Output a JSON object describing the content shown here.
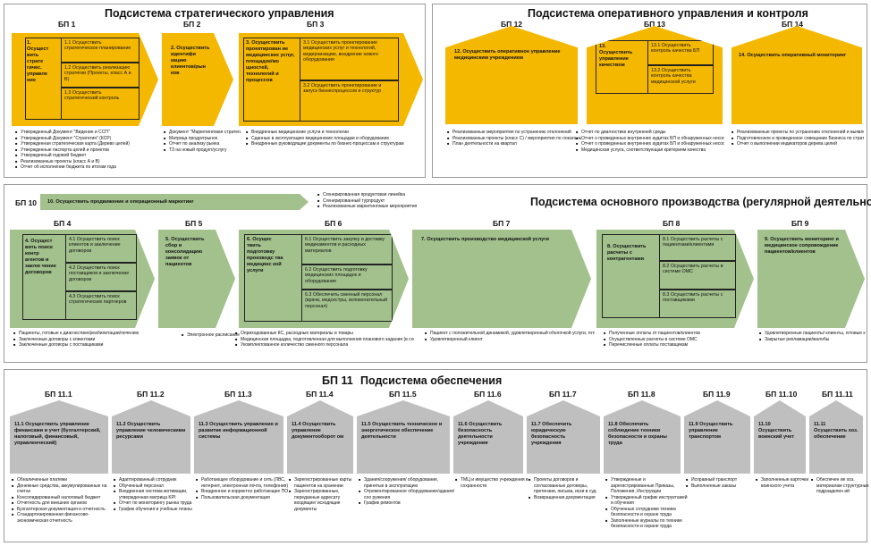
{
  "strategic": {
    "title": "Подсистема стратегического управления",
    "bp1": {
      "code": "БП 1",
      "main": "1. Осущест вить страте гичес. управле ние",
      "subs": [
        "1.1 Осуществить стратегическое планирование",
        "1.2 Осуществить реализацию стратегии (Проекты, класс А и В)",
        "1.3 Осуществить стратегический контроль"
      ],
      "out": [
        "Утвержденный Документ \"Видение и ССП\"",
        "Утвержденный Документ \"Стратегия\" (КСР)",
        "Утвержденная стратегическая карта (Дерево целей)",
        "Утвержденные паспорта целей и проектов",
        "Утвержденный годовой бюджет",
        "Реализованные проекты (класс А и В)",
        "Отчет об исполнении бюджета по итогам года"
      ]
    },
    "bp2": {
      "code": "БП 2",
      "main": "2. Осуществить идентифи кацию клиентов/рын ков",
      "out": [
        "Документ \"Маркетинговая стратегия\"",
        "Матрица продуктрынок",
        "Отчет по анализу рынка",
        "ТЗ на новый продукт/услугу"
      ]
    },
    "bp3": {
      "code": "БП 3",
      "main": "3. Осуществить проектирован ие медицинских услуг, площадок/мо щностей, технологий и процессов",
      "subs": [
        "3.1 Осуществить проектирование медицинских услуг и технологий, модернизацию, внедрение нового оборудования",
        "3.2 Осуществить проектирование и запуск бизнеспроцессов и структур"
      ],
      "out": [
        "Внедренные медицинские услуги и технологии",
        "Сданные в эксплуатацию медицинские площадки и оборудование",
        "Внедренные руководящие документы по бизнес-процессам и структурам"
      ]
    }
  },
  "operational": {
    "title": "Подсистема оперативного управления и контроля",
    "bp12": {
      "code": "БП 12",
      "main": "12. Осуществить оперативное управление медицинским учреждением",
      "out": [
        "Реализованные мероприятия по устранению отклонений",
        "Реализованные проекты (класс С) / мероприятия по локальным усовершенствованиям",
        "План деятельности на квартал"
      ]
    },
    "bp13": {
      "code": "БП 13",
      "main": "13. Осуществить управление качеством",
      "subs": [
        "13.1 Осуществить контроль качества БП",
        "13.2 Осуществить контроль качества медицинской услуги"
      ],
      "out": [
        "Отчет по диагностике внутренней среды",
        "Отчет о проведенных внутренних аудитах БП и обнаруженных несоответствиях в рамках корректирующих действий",
        "Отчет о проведенных внутренних аудитах БП и обнаруженных несоответствиях в рамках предупреждающих действий",
        "Медицинская услуга, соответствующая критериям качества"
      ]
    },
    "bp14": {
      "code": "БП 14",
      "main": "14. Осуществить оперативный мониторинг",
      "out": [
        "Реализованные проекты по устранению отклонений и выявлению резервов",
        "Подготовленное и проведенное совещание Бизнеса по стратегии и развитию",
        "Отчет о выполнении индикаторов дерева целей"
      ]
    }
  },
  "main": {
    "title": "Подсистема основного производства (регулярной деятельности)",
    "bp10": {
      "code": "БП 10",
      "main": "10. Осуществить продвижение и операционный маркетинг",
      "out": [
        "Сгенерированная продуктовая линейка",
        "Сгенерированный турпродукт",
        "Реализованные маркетинговые мероприятия"
      ]
    },
    "bp4": {
      "code": "БП 4",
      "main": "4. Осущест вить поиск контр агентов и заклю чение договоров",
      "subs": [
        "4.1 Осуществить поиск клиентов и заключение договоров",
        "4.2 Осуществить поиск поставщиков и заключение договоров",
        "4.3 Осуществить поиск стратегических партнеров"
      ],
      "out": [
        "Пациенты, готовые к диагностике/реабилитации/лечению",
        "Заключенные договоры с клиентами",
        "Заключенные договоры с поставщиками"
      ]
    },
    "bp5": {
      "code": "БП 5",
      "main": "5. Осуществить сбор и консолидацию заявок от пациентов",
      "out": [
        "Электронное расписание"
      ]
    },
    "bp6": {
      "code": "БП 6",
      "main": "6. Осущес твить подготовку производс тва медицинс кой услуги",
      "subs": [
        "6.1 Осуществить закупку и доставку медикаментов и расходных материалов",
        "6.2 Осуществить подготовку медицинских площадок и оборудования",
        "6.3 Обеспечить сменный персонал (врачи, медсестры, вспомогательный персонал)"
      ],
      "out": [
        "Оприходованные КС, расходные материалы и товары",
        "Медицинская площадка, подготовленная для выполнения планового задания (в соответствии с электронным расписанием)",
        "Укомплектованное количество сменного персонала"
      ]
    },
    "bp7": {
      "code": "БП 7",
      "main": "7. Осуществить производство медицинской услуги",
      "out": [
        "Пациент с положительной динамикой, удовлетворенный оболочкой услуги, готовый повторно обратиться и рекомендовать наше учреждение",
        "Удовлетворенный клиент"
      ]
    },
    "bp8": {
      "code": "БП 8",
      "main": "8. Осуществить расчеты с контрагентами",
      "subs": [
        "8.1 Осуществить расчеты с пациентами/клиентами",
        "8.2 Осуществить расчеты в системе ОМС",
        "8.3 Осуществить расчеты с поставщиками"
      ],
      "out": [
        "Полученные оплаты от пациентов/клиентов",
        "Осуществленные расчеты в системе ОМС",
        "Перечисленные оплаты поставщикам"
      ]
    },
    "bp9": {
      "code": "БП 9",
      "main": "9. Осуществить мониторинг и медицинское сопровождение пациентов/клиентов",
      "out": [
        "Удовлетворенные пациенты/ клиенты, готовые к повторному обращению",
        "Закрытые рекламации/жалобы"
      ]
    }
  },
  "support": {
    "code": "БП 11",
    "title": "Подсистема обеспечения",
    "items": [
      {
        "code": "БП 11.1",
        "main": "11.1 Осуществить управление финансами и учет (бухгалтерский, налоговый, финансовый, управленческий)",
        "out": [
          "Обналиченные платежи",
          "Денежные средства, аккумулированные на счетах",
          "Консолидированный налоговый бюджет",
          "Отчетность для внешних органов",
          "Бухгалтерская документация и отчетность",
          "Стандартизированная финансово-экономическая отчетность"
        ]
      },
      {
        "code": "БП 11.2",
        "main": "11.2 Осуществить управление человеческими ресурсами",
        "out": [
          "Адаптированный сотрудник",
          "Обученный персонал",
          "Внедренная система мотивации, утвержденная матрица KPI",
          "Отчет по мониторингу рынка труда",
          "График обучения и учебные планы"
        ]
      },
      {
        "code": "БП 11.3",
        "main": "11.3 Осуществить управление и развитие информационной системы",
        "out": [
          "Работающее оборудование и сеть (ЛВС, интернет, электронная почта, телефония)",
          "Внедренное и корректно работающее ПО",
          "Пользовательская документация"
        ]
      },
      {
        "code": "БП 11.4",
        "main": "11.4 Осуществить управление документооборот ом",
        "out": [
          "Зарегистрированные карты пациентов на хранении",
          "Зарегистрированные, переданные адресату входящие/ исходящие документы"
        ]
      },
      {
        "code": "БП 11.5",
        "main": "11.5 Осуществить техническое и энергетическое обеспечение деятельности",
        "out": [
          "Здания/сооружения/ оборудование, принятые в эксплуатацию",
          "Отремонтированное оборудование/здания/соо ружения",
          "График ремонтов"
        ]
      },
      {
        "code": "БП 11.6",
        "main": "11.6 Осуществить безопасность деятельности учреждения",
        "out": [
          "ТМЦ и имущество учреждения в сохранности"
        ]
      },
      {
        "code": "БП 11.7",
        "main": "11.7 Обеспечить юридическую безопасность учреждения",
        "out": [
          "Проекты договоров и согласованные договоры, претензии, письма, иски в суд",
          "Возвращенная документация"
        ]
      },
      {
        "code": "БП 11.8",
        "main": "11.8 Обеспечить соблюдение техники безопасности и охраны труда",
        "out": [
          "Утвержденные и зарегистрированные Приказы, Положения, Инструкции",
          "Утвержденный график инструктажей и обучения",
          "Обученные сотрудники технике безопасности и охране труда",
          "Заполненные журналы по технике безопасности и охране труда"
        ]
      },
      {
        "code": "БП 11.9",
        "main": "11.9 Осуществить управление транспортом",
        "out": [
          "Исправный транспорт",
          "Выполненные заказы"
        ]
      },
      {
        "code": "БП 11.10",
        "main": "11.10 Осуществить воинский учет",
        "out": [
          "Заполненные карточки воинского учета"
        ]
      },
      {
        "code": "БП 11.11",
        "main": "11.11 Осуществить хоз. обеспечение",
        "out": [
          "Обеспечен ие хоз. материалам структурных подразделен ий"
        ]
      }
    ]
  }
}
